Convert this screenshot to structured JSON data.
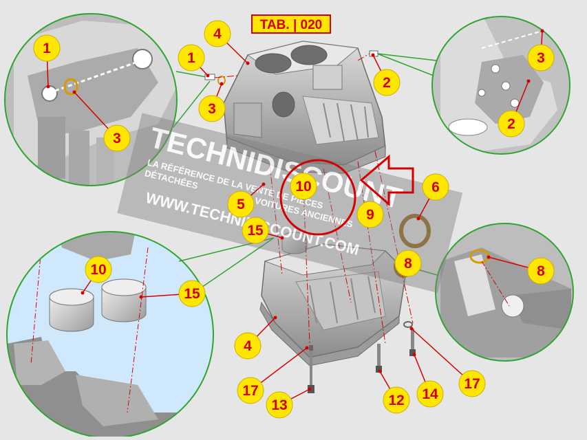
{
  "tab_label": "TAB. | 020",
  "watermark": {
    "brand": "TECHNIDISCOUNT",
    "line1": "LA RÉFÉRENCE DE LA VENTE DE PIÈCES",
    "line2": "DÉTACHÉES",
    "line3": "VOITURES ANCIENNES",
    "url": "WWW.TECHNIDISCOUNT.COM"
  },
  "callouts": [
    {
      "id": "c-1-left-zoom",
      "label": "1"
    },
    {
      "id": "c-3-left-zoom",
      "label": "3"
    },
    {
      "id": "c-1-top",
      "label": "1"
    },
    {
      "id": "c-3-top",
      "label": "3"
    },
    {
      "id": "c-4-top",
      "label": "4"
    },
    {
      "id": "c-2-top",
      "label": "2"
    },
    {
      "id": "c-3-right-zoom",
      "label": "3"
    },
    {
      "id": "c-2-right-zoom",
      "label": "2"
    },
    {
      "id": "c-10-center",
      "label": "10"
    },
    {
      "id": "c-5",
      "label": "5"
    },
    {
      "id": "c-15-center",
      "label": "15"
    },
    {
      "id": "c-9",
      "label": "9"
    },
    {
      "id": "c-6",
      "label": "6"
    },
    {
      "id": "c-8-center",
      "label": "8"
    },
    {
      "id": "c-8-right-zoom",
      "label": "8"
    },
    {
      "id": "c-10-bottom-zoom",
      "label": "10"
    },
    {
      "id": "c-15-bottom-zoom",
      "label": "15"
    },
    {
      "id": "c-4-bottom",
      "label": "4"
    },
    {
      "id": "c-17-left",
      "label": "17"
    },
    {
      "id": "c-13",
      "label": "13"
    },
    {
      "id": "c-12",
      "label": "12"
    },
    {
      "id": "c-14",
      "label": "14"
    },
    {
      "id": "c-17-right",
      "label": "17"
    }
  ],
  "colors": {
    "background": "#e6e6e6",
    "callout_fill": "#ffe600",
    "callout_text": "#d40000",
    "leader": "#d40000",
    "zoom_border": "#2fa52f",
    "tab_fill": "#ffe600",
    "tab_border": "#d40000",
    "highlight_circle": "#d40000"
  },
  "icons": [
    "upper-engine-block",
    "lower-crankcase",
    "bearing-shell",
    "thrust-washer",
    "bolt",
    "arrow-left-icon"
  ]
}
